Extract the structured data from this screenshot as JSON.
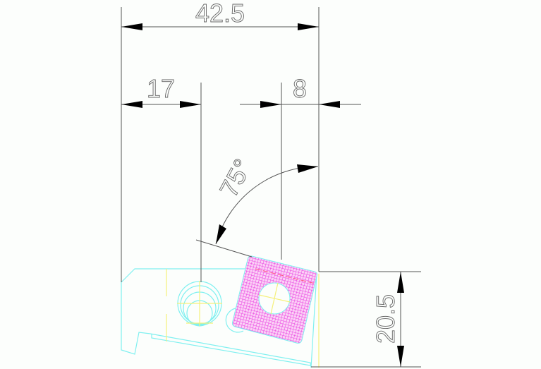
{
  "dimensions": {
    "overall_width": "42.5",
    "left_offset": "17",
    "right_offset": "8",
    "angle": "75°",
    "height": "20.5"
  },
  "colors": {
    "background": "#fcfefc",
    "outline": "#7ff0f0",
    "centerline": "#f5f07a",
    "insert_hatch": "#ff44ee",
    "dimension": "#555555"
  }
}
